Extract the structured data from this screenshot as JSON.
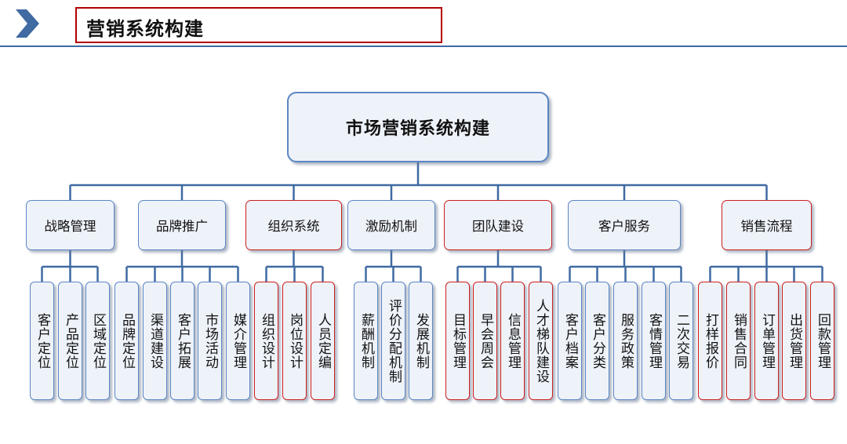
{
  "header": {
    "title": "营销系统构建"
  },
  "colors": {
    "blue": "#3f6aa2",
    "red": "#cc1f1f",
    "fill": "#eef2f9"
  },
  "tree": {
    "root": "市场营销系统构建",
    "groups": [
      {
        "label": "战略管理",
        "highlight": false,
        "children": [
          {
            "label": "客户定位",
            "highlight": false
          },
          {
            "label": "产品定位",
            "highlight": false
          },
          {
            "label": "区域定位",
            "highlight": false
          }
        ]
      },
      {
        "label": "品牌推广",
        "highlight": false,
        "children": [
          {
            "label": "品牌定位",
            "highlight": false
          },
          {
            "label": "渠道建设",
            "highlight": false
          },
          {
            "label": "客户拓展",
            "highlight": false
          },
          {
            "label": "市场活动",
            "highlight": false
          },
          {
            "label": "媒介管理",
            "highlight": false
          }
        ]
      },
      {
        "label": "组织系统",
        "highlight": true,
        "children": [
          {
            "label": "组织设计",
            "highlight": true
          },
          {
            "label": "岗位设计",
            "highlight": true
          },
          {
            "label": "人员定编",
            "highlight": true
          }
        ]
      },
      {
        "label": "激励机制",
        "highlight": false,
        "children": [
          {
            "label": "薪酬机制",
            "highlight": false
          },
          {
            "label": "评价分配机制",
            "highlight": false
          },
          {
            "label": "发展机制",
            "highlight": false
          }
        ]
      },
      {
        "label": "团队建设",
        "highlight": true,
        "children": [
          {
            "label": "目标管理",
            "highlight": true
          },
          {
            "label": "早会周会",
            "highlight": true
          },
          {
            "label": "信息管理",
            "highlight": true
          },
          {
            "label": "人才梯队建设",
            "highlight": true
          }
        ]
      },
      {
        "label": "客户服务",
        "highlight": false,
        "children": [
          {
            "label": "客户档案",
            "highlight": false
          },
          {
            "label": "客户分类",
            "highlight": false
          },
          {
            "label": "服务政策",
            "highlight": false
          },
          {
            "label": "客情管理",
            "highlight": false
          },
          {
            "label": "二次交易",
            "highlight": false
          }
        ]
      },
      {
        "label": "销售流程",
        "highlight": true,
        "children": [
          {
            "label": "打样报价",
            "highlight": true
          },
          {
            "label": "销售合同",
            "highlight": true
          },
          {
            "label": "订单管理",
            "highlight": true
          },
          {
            "label": "出货管理",
            "highlight": true
          },
          {
            "label": "回款管理",
            "highlight": true
          }
        ]
      }
    ]
  }
}
